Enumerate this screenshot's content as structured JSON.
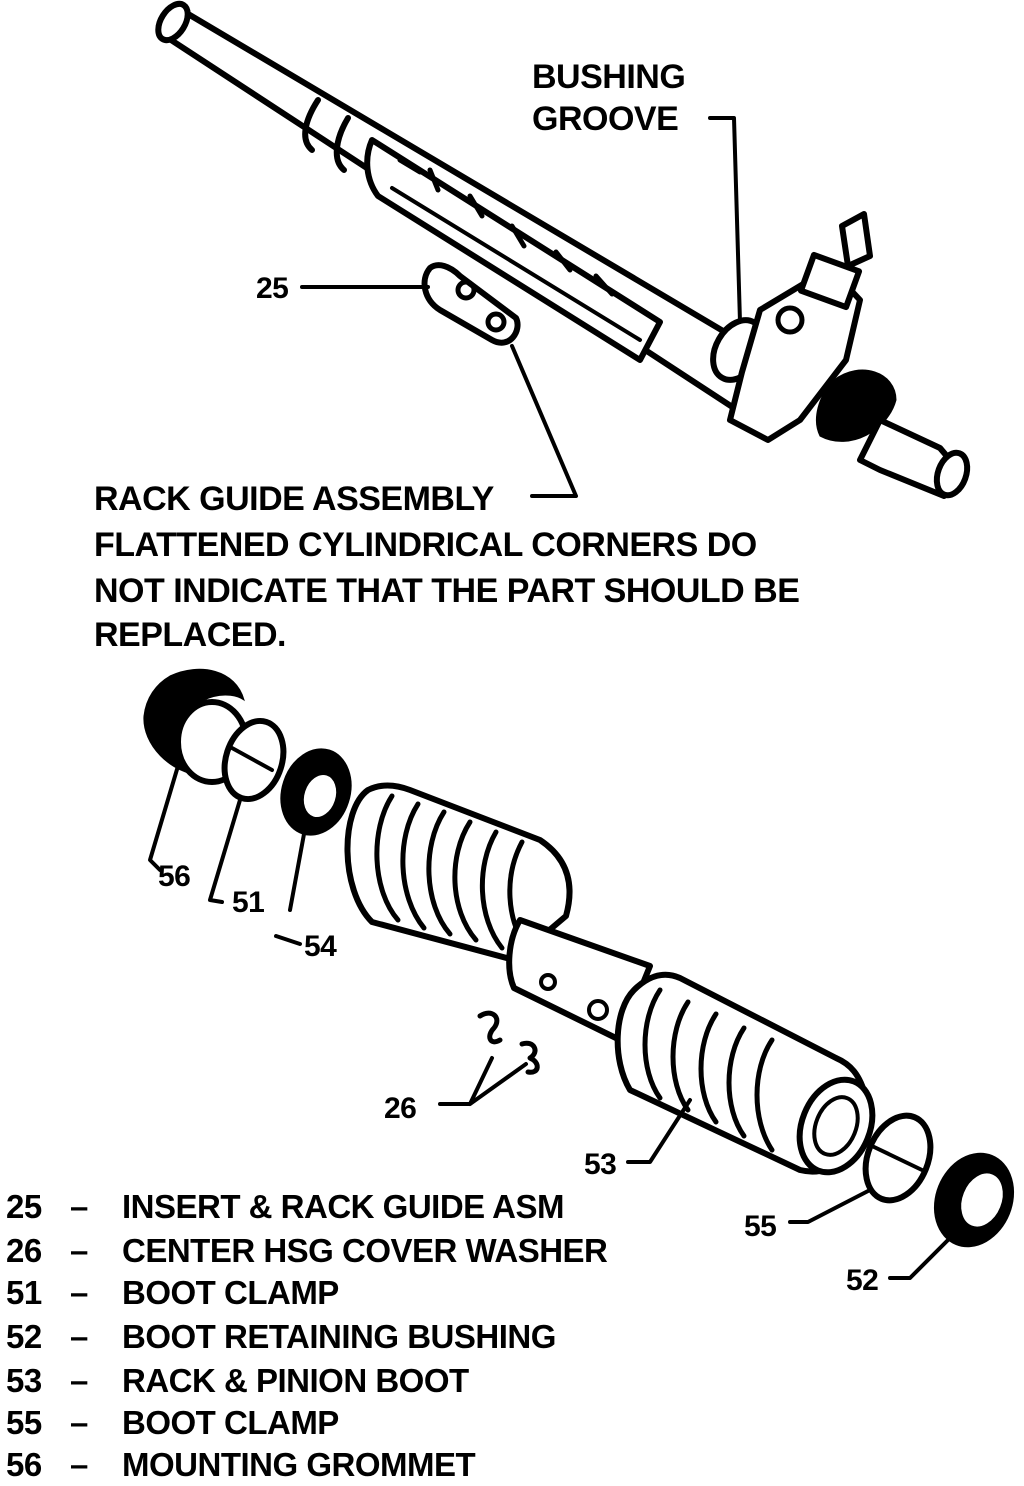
{
  "colors": {
    "ink": "#000000",
    "paper": "#ffffff"
  },
  "top_callouts": {
    "bushing_groove": [
      "BUSHING",
      "GROOVE"
    ],
    "part_25": "25"
  },
  "rack_guide_note": [
    "RACK GUIDE ASSEMBLY",
    "FLATTENED CYLINDRICAL CORNERS DO",
    "NOT INDICATE THAT THE PART SHOULD BE",
    "REPLACED."
  ],
  "callouts": {
    "c56": "56",
    "c51": "51",
    "c54": "54",
    "c26": "26",
    "c53": "53",
    "c55": "55",
    "c52": "52"
  },
  "legend": [
    {
      "num": "25",
      "dash": "–",
      "text": "INSERT & RACK GUIDE ASM"
    },
    {
      "num": "26",
      "dash": "–",
      "text": "CENTER HSG COVER WASHER"
    },
    {
      "num": "51",
      "dash": "–",
      "text": "BOOT CLAMP"
    },
    {
      "num": "52",
      "dash": "–",
      "text": "BOOT RETAINING BUSHING"
    },
    {
      "num": "53",
      "dash": "–",
      "text": "RACK & PINION BOOT"
    },
    {
      "num": "55",
      "dash": "–",
      "text": "BOOT CLAMP"
    },
    {
      "num": "56",
      "dash": "–",
      "text": "MOUNTING GROMMET"
    }
  ]
}
